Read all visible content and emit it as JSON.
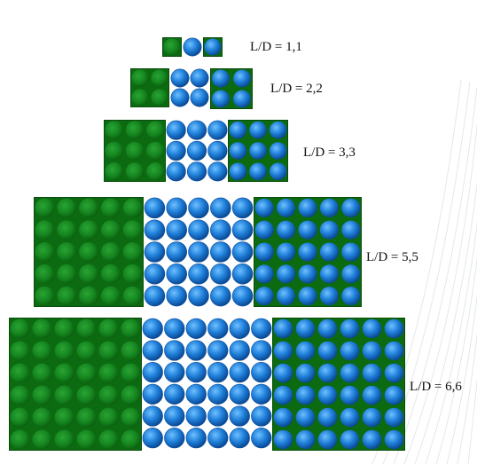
{
  "colors": {
    "green_block": "#0c6a10",
    "green_cell": "#11841a",
    "blue_sphere": "#1f7fd9",
    "blue_sphere_light": "#6fc0ff",
    "blue_sphere_dark": "#0b4a96"
  },
  "rows": [
    {
      "label": "L/D = 1,1",
      "n": 1
    },
    {
      "label": "L/D = 2,2",
      "n": 2
    },
    {
      "label": "L/D = 3,3",
      "n": 3
    },
    {
      "label": "L/D = 5,5",
      "n": 5
    },
    {
      "label": "L/D = 6,6",
      "n": 6
    }
  ]
}
